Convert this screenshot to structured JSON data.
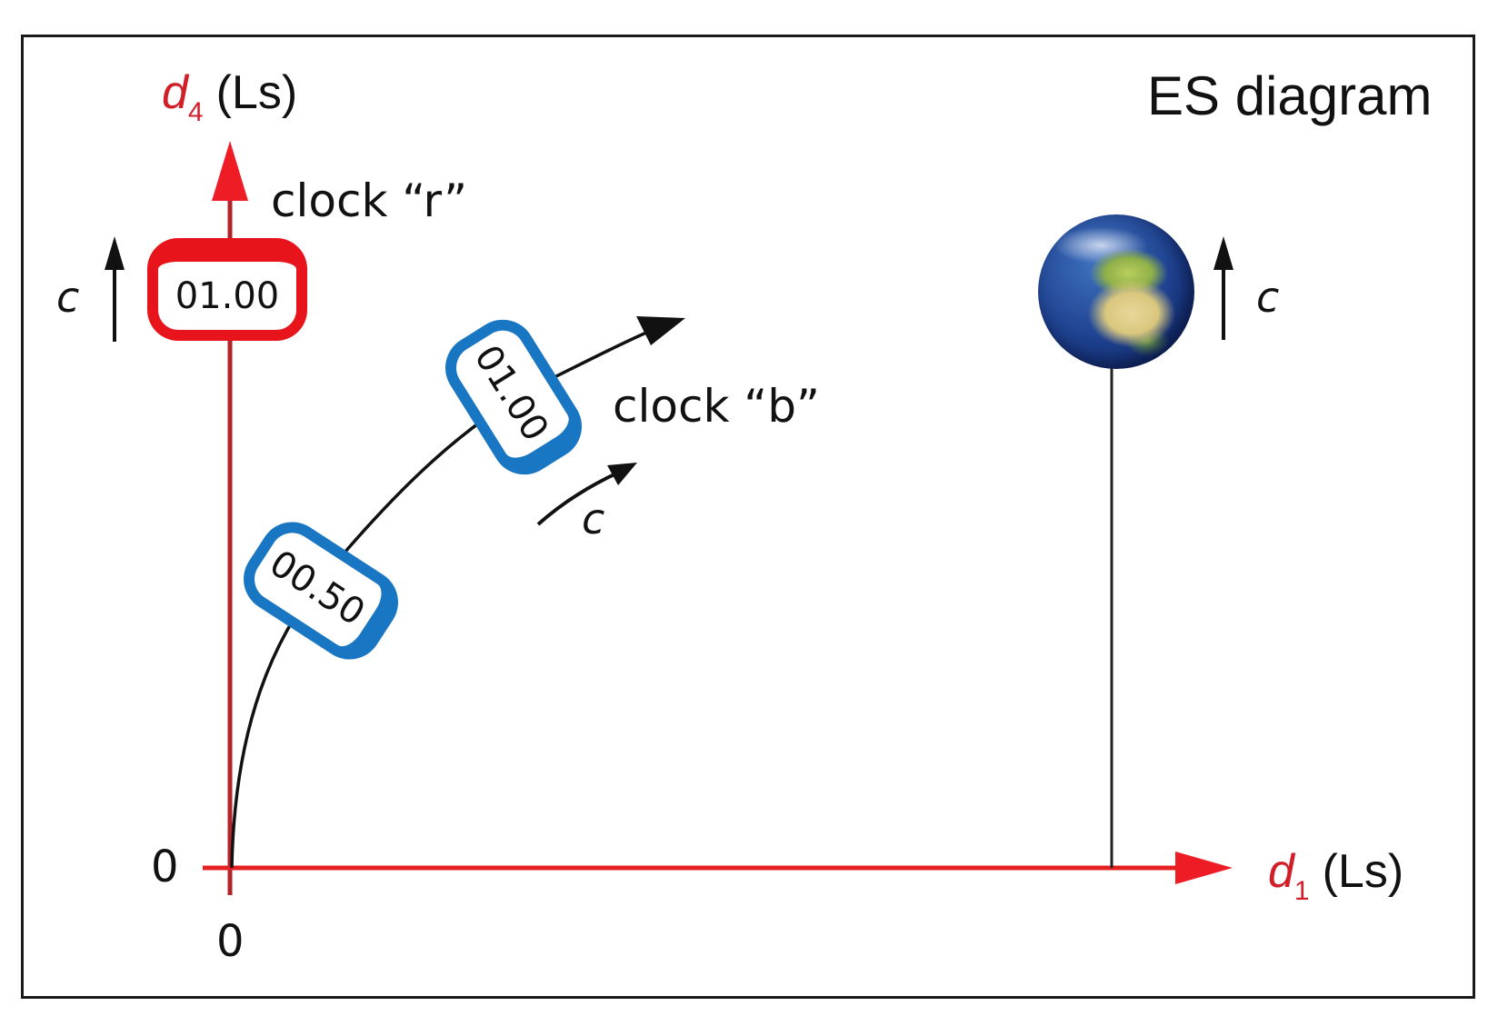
{
  "diagram": {
    "title": "ES diagram",
    "axes": {
      "vertical": {
        "var": "d",
        "sub": "4",
        "unit": "(Ls)",
        "color": "#b0252a"
      },
      "horizontal": {
        "var": "d",
        "sub": "1",
        "unit": "(Ls)",
        "color": "#e52020"
      },
      "origin_y_tick": "0",
      "origin_x_tick": "0"
    },
    "clocks": {
      "r": {
        "label": "clock “r”",
        "reading": "01.00",
        "color": "#e8141c"
      },
      "b": {
        "label": "clock “b”",
        "readings": [
          "00.50",
          "01.00"
        ],
        "color": "#1976c2"
      }
    },
    "speed_labels": {
      "left": "c",
      "earth": "c",
      "arc": "c"
    },
    "objects": {
      "earth": "earth-globe"
    }
  }
}
